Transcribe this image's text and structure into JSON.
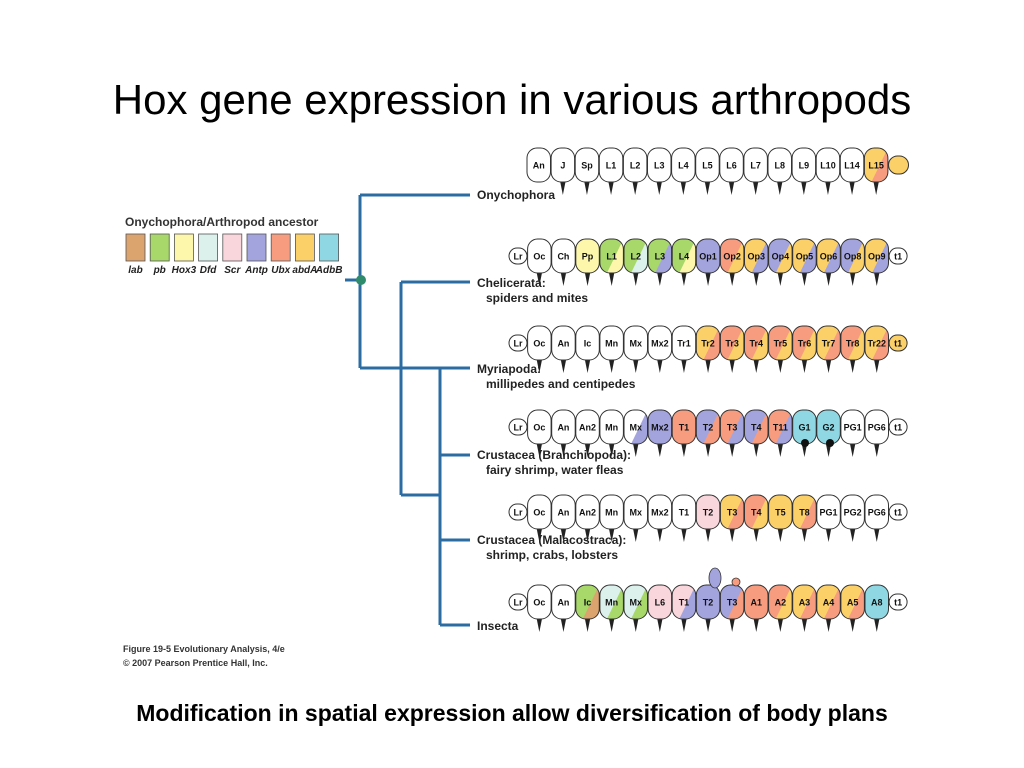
{
  "title": "Hox gene expression in various arthropods",
  "caption": "Modification in spatial expression allow diversification of body plans",
  "credit": {
    "line1": "Figure 19-5  Evolutionary Analysis, 4/e",
    "line2": "© 2007 Pearson Prentice Hall, Inc."
  },
  "legend": {
    "title": "Onychophora/Arthropod ancestor",
    "genes": [
      {
        "name": "lab",
        "color": "#dba36e"
      },
      {
        "name": "pb",
        "color": "#a8d86a"
      },
      {
        "name": "Hox3",
        "color": "#fdf7ac"
      },
      {
        "name": "Dfd",
        "color": "#dcf1ec"
      },
      {
        "name": "Scr",
        "color": "#f9d6dc"
      },
      {
        "name": "Antp",
        "color": "#a3a4de"
      },
      {
        "name": "Ubx",
        "color": "#f79c7f"
      },
      {
        "name": "abdA",
        "color": "#fcd068"
      },
      {
        "name": "AdbB",
        "color": "#8fd8e3"
      }
    ]
  },
  "taxa": [
    {
      "line1": "Onychophora",
      "line2": ""
    },
    {
      "line1": "Chelicerata:",
      "line2": "spiders and mites"
    },
    {
      "line1": "Myriapoda:",
      "line2": "millipedes and centipedes"
    },
    {
      "line1": "Crustacea (Branchiopoda):",
      "line2": "fairy shrimp, water fleas"
    },
    {
      "line1": "Crustacea (Malacostraca):",
      "line2": "shrimp, crabs, lobsters"
    },
    {
      "line1": "Insecta",
      "line2": ""
    }
  ],
  "rows": [
    {
      "taxon": "Onychophora",
      "segments": [
        {
          "label": "An",
          "colors": []
        },
        {
          "label": "J",
          "colors": []
        },
        {
          "label": "Sp",
          "colors": []
        },
        {
          "label": "L1",
          "colors": []
        },
        {
          "label": "L2",
          "colors": []
        },
        {
          "label": "L3",
          "colors": []
        },
        {
          "label": "L4",
          "colors": []
        },
        {
          "label": "L5",
          "colors": []
        },
        {
          "label": "L6",
          "colors": []
        },
        {
          "label": "L7",
          "colors": []
        },
        {
          "label": "L8",
          "colors": []
        },
        {
          "label": "L9",
          "colors": []
        },
        {
          "label": "L10",
          "colors": []
        },
        {
          "label": "L14",
          "colors": []
        },
        {
          "label": "L15",
          "colors": [
            "#fcd068",
            "#f79c7f"
          ]
        },
        {
          "label": "",
          "colors": [
            "#fcd068"
          ],
          "tail": true
        }
      ]
    },
    {
      "taxon": "Chelicerata",
      "segments": [
        {
          "label": "Lr",
          "colors": [],
          "small": true
        },
        {
          "label": "Oc",
          "colors": []
        },
        {
          "label": "Ch",
          "colors": []
        },
        {
          "label": "Pp",
          "colors": [
            "#fdf7ac"
          ]
        },
        {
          "label": "L1",
          "colors": [
            "#a8d86a",
            "#fdf7ac"
          ]
        },
        {
          "label": "L2",
          "colors": [
            "#a8d86a",
            "#dcf1ec"
          ]
        },
        {
          "label": "L3",
          "colors": [
            "#a8d86a",
            "#a3a4de"
          ]
        },
        {
          "label": "L4",
          "colors": [
            "#a8d86a",
            "#fdf7ac"
          ]
        },
        {
          "label": "Op1",
          "colors": [
            "#a3a4de"
          ]
        },
        {
          "label": "Op2",
          "colors": [
            "#f79c7f",
            "#fcd068"
          ]
        },
        {
          "label": "Op3",
          "colors": [
            "#fcd068",
            "#a3a4de"
          ]
        },
        {
          "label": "Op4",
          "colors": [
            "#a3a4de",
            "#fcd068"
          ]
        },
        {
          "label": "Op5",
          "colors": [
            "#fcd068",
            "#a3a4de"
          ]
        },
        {
          "label": "Op6",
          "colors": [
            "#fcd068",
            "#a3a4de"
          ]
        },
        {
          "label": "Op8",
          "colors": [
            "#a3a4de",
            "#fcd068"
          ]
        },
        {
          "label": "Op9",
          "colors": [
            "#fcd068",
            "#a3a4de"
          ]
        },
        {
          "label": "t1",
          "colors": [],
          "small": true
        }
      ]
    },
    {
      "taxon": "Myriapoda",
      "segments": [
        {
          "label": "Lr",
          "colors": [],
          "small": true
        },
        {
          "label": "Oc",
          "colors": []
        },
        {
          "label": "An",
          "colors": []
        },
        {
          "label": "Ic",
          "colors": []
        },
        {
          "label": "Mn",
          "colors": []
        },
        {
          "label": "Mx",
          "colors": []
        },
        {
          "label": "Mx2",
          "colors": []
        },
        {
          "label": "Tr1",
          "colors": []
        },
        {
          "label": "Tr2",
          "colors": [
            "#fcd068",
            "#f79c7f"
          ]
        },
        {
          "label": "Tr3",
          "colors": [
            "#f79c7f",
            "#fcd068"
          ]
        },
        {
          "label": "Tr4",
          "colors": [
            "#f79c7f",
            "#fcd068"
          ]
        },
        {
          "label": "Tr5",
          "colors": [
            "#f79c7f",
            "#fcd068"
          ]
        },
        {
          "label": "Tr6",
          "colors": [
            "#f79c7f",
            "#fcd068"
          ]
        },
        {
          "label": "Tr7",
          "colors": [
            "#fcd068",
            "#f79c7f"
          ]
        },
        {
          "label": "Tr8",
          "colors": [
            "#f79c7f",
            "#fcd068"
          ]
        },
        {
          "label": "Tr22",
          "colors": [
            "#fcd068",
            "#f79c7f"
          ]
        },
        {
          "label": "t1",
          "colors": [
            "#fcd068"
          ],
          "small": true
        }
      ]
    },
    {
      "taxon": "Crustacea (Branchiopoda)",
      "segments": [
        {
          "label": "Lr",
          "colors": [],
          "small": true
        },
        {
          "label": "Oc",
          "colors": []
        },
        {
          "label": "An",
          "colors": []
        },
        {
          "label": "An2",
          "colors": []
        },
        {
          "label": "Mn",
          "colors": []
        },
        {
          "label": "Mx",
          "colors": [
            "#ffffff",
            "#a3a4de"
          ]
        },
        {
          "label": "Mx2",
          "colors": [
            "#a3a4de"
          ]
        },
        {
          "label": "T1",
          "colors": [
            "#f79c7f"
          ]
        },
        {
          "label": "T2",
          "colors": [
            "#a3a4de",
            "#f79c7f"
          ]
        },
        {
          "label": "T3",
          "colors": [
            "#f79c7f",
            "#a3a4de"
          ]
        },
        {
          "label": "T4",
          "colors": [
            "#a3a4de",
            "#f79c7f"
          ]
        },
        {
          "label": "T11",
          "colors": [
            "#f79c7f",
            "#a3a4de"
          ]
        },
        {
          "label": "G1",
          "colors": [
            "#8fd8e3"
          ]
        },
        {
          "label": "G2",
          "colors": [
            "#8fd8e3"
          ]
        },
        {
          "label": "PG1",
          "colors": []
        },
        {
          "label": "PG6",
          "colors": []
        },
        {
          "label": "t1",
          "colors": [],
          "small": true
        }
      ]
    },
    {
      "taxon": "Crustacea (Malacostraca)",
      "segments": [
        {
          "label": "Lr",
          "colors": [],
          "small": true
        },
        {
          "label": "Oc",
          "colors": []
        },
        {
          "label": "An",
          "colors": []
        },
        {
          "label": "An2",
          "colors": []
        },
        {
          "label": "Mn",
          "colors": []
        },
        {
          "label": "Mx",
          "colors": []
        },
        {
          "label": "Mx2",
          "colors": []
        },
        {
          "label": "T1",
          "colors": []
        },
        {
          "label": "T2",
          "colors": [
            "#f9d6dc"
          ]
        },
        {
          "label": "T3",
          "colors": [
            "#fcd068",
            "#f79c7f"
          ]
        },
        {
          "label": "T4",
          "colors": [
            "#f79c7f",
            "#fcd068"
          ]
        },
        {
          "label": "T5",
          "colors": [
            "#fcd068"
          ]
        },
        {
          "label": "T8",
          "colors": [
            "#fcd068",
            "#f79c7f"
          ]
        },
        {
          "label": "PG1",
          "colors": []
        },
        {
          "label": "PG2",
          "colors": []
        },
        {
          "label": "PG6",
          "colors": []
        },
        {
          "label": "t1",
          "colors": [],
          "small": true
        }
      ]
    },
    {
      "taxon": "Insecta",
      "segments": [
        {
          "label": "Lr",
          "colors": [],
          "small": true
        },
        {
          "label": "Oc",
          "colors": []
        },
        {
          "label": "An",
          "colors": []
        },
        {
          "label": "Ic",
          "colors": [
            "#a8d86a",
            "#dba36e"
          ]
        },
        {
          "label": "Mn",
          "colors": [
            "#dcf1ec",
            "#a8d86a"
          ]
        },
        {
          "label": "Mx",
          "colors": [
            "#dcf1ec",
            "#a8d86a"
          ]
        },
        {
          "label": "L6",
          "colors": [
            "#f9d6dc"
          ]
        },
        {
          "label": "T1",
          "colors": [
            "#f9d6dc",
            "#a3a4de"
          ]
        },
        {
          "label": "T2",
          "colors": [
            "#a3a4de"
          ]
        },
        {
          "label": "T3",
          "colors": [
            "#a3a4de",
            "#f79c7f"
          ]
        },
        {
          "label": "A1",
          "colors": [
            "#f79c7f"
          ]
        },
        {
          "label": "A2",
          "colors": [
            "#f79c7f",
            "#fcd068"
          ]
        },
        {
          "label": "A3",
          "colors": [
            "#fcd068",
            "#f79c7f"
          ]
        },
        {
          "label": "A4",
          "colors": [
            "#fcd068",
            "#f79c7f"
          ]
        },
        {
          "label": "A5",
          "colors": [
            "#fcd068",
            "#f79c7f"
          ]
        },
        {
          "label": "A8",
          "colors": [
            "#8fd8e3"
          ]
        },
        {
          "label": "t1",
          "colors": [],
          "small": true
        }
      ]
    }
  ],
  "colors": {
    "tree_line": "#2b6ca3",
    "root_node": "#2e8b6b",
    "segment_stroke": "#333333"
  }
}
